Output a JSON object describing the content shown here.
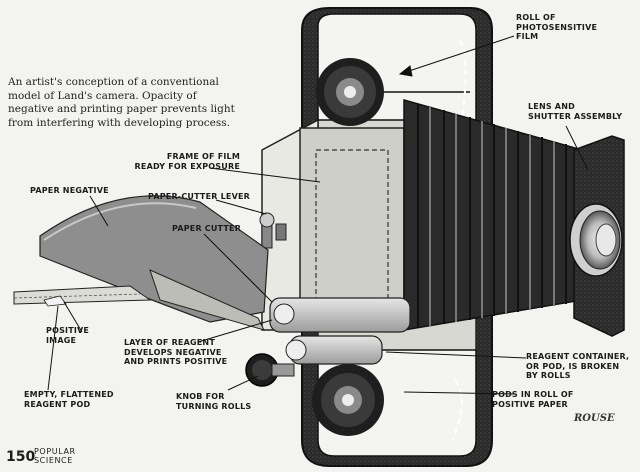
{
  "caption": "An artist's conception of a conventional model of Land's camera. Opacity of negative and printing paper prevents light from interfering with developing process.",
  "labels": {
    "roll_of_film": [
      "ROLL OF",
      "PHOTOSENSITIVE",
      "FILM"
    ],
    "lens_shutter": [
      "LENS AND",
      "SHUTTER ASSEMBLY"
    ],
    "frame_of_film": [
      "FRAME OF FILM",
      "READY FOR EXPOSURE"
    ],
    "paper_negative": [
      "PAPER NEGATIVE"
    ],
    "paper_cutter_lever": [
      "PAPER-CUTTER LEVER"
    ],
    "paper_cutter": [
      "PAPER CUTTER"
    ],
    "positive_image": [
      "POSITIVE",
      "IMAGE"
    ],
    "layer_of_reagent": [
      "LAYER OF REAGENT",
      "DEVELOPS NEGATIVE",
      "AND PRINTS POSITIVE"
    ],
    "empty_pod": [
      "EMPTY, FLATTENED",
      "REAGENT POD"
    ],
    "knob": [
      "KNOB FOR",
      "TURNING ROLLS"
    ],
    "reagent_container": [
      "REAGENT CONTAINER,",
      "OR POD, IS BROKEN",
      "BY ROLLS"
    ],
    "pods_in_roll": [
      "PODS IN ROLL OF",
      "POSITIVE PAPER"
    ]
  },
  "page_number": "150",
  "magazine": [
    "POPULAR",
    "SCIENCE"
  ],
  "signature": "ROUSE"
}
